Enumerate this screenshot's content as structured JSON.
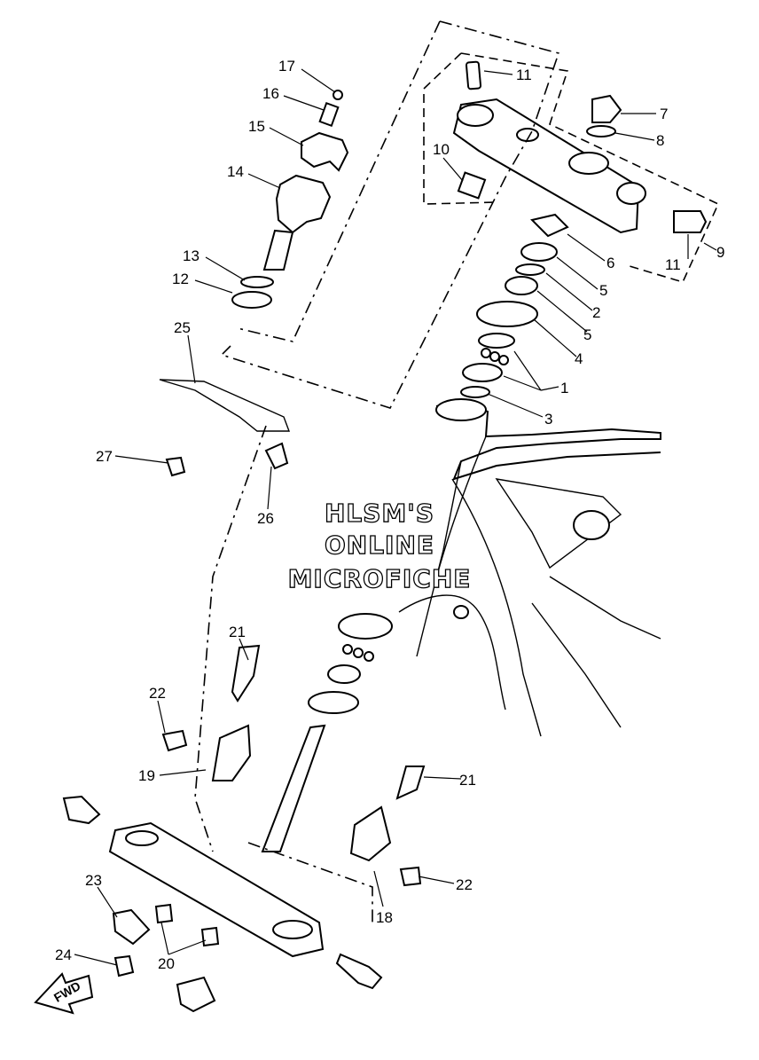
{
  "watermark": {
    "line1": "HLSM'S",
    "line2": "ONLINE",
    "line3": "MICROFICHE"
  },
  "fwd_label": "FWD",
  "callouts": {
    "c17": "17",
    "c16": "16",
    "c15": "15",
    "c14": "14",
    "c13": "13",
    "c12": "12",
    "c11a": "11",
    "c7": "7",
    "c8": "8",
    "c10": "10",
    "c9": "9",
    "c11b": "11",
    "c6": "6",
    "c5a": "5",
    "c2": "2",
    "c5b": "5",
    "c4": "4",
    "c1": "1",
    "c3": "3",
    "c25": "25",
    "c27": "27",
    "c26": "26",
    "c21a": "21",
    "c22a": "22",
    "c19": "19",
    "c21b": "21",
    "c22b": "22",
    "c18": "18",
    "c23": "23",
    "c24": "24",
    "c20": "20"
  }
}
